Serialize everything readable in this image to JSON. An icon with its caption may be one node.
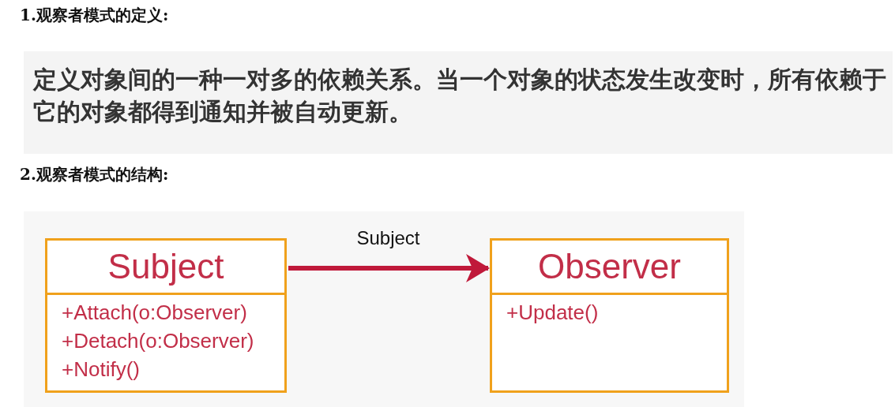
{
  "diagram": {
    "nodes": [
      {
        "text": [
          "定义对象间的一种一对多的依赖关系。当一个对象的状态发生改变时，所有依赖于它的对象都得到通知并被自动更新。"
        ]
      },
      {
        "text": [
          "Subject",
          "+Attach(o:Observer)",
          "+Detach(o:Observer)",
          "+Notify()"
        ]
      },
      {
        "text": [
          "Observer",
          "+Update()"
        ]
      }
    ],
    "edges": [
      {
        "from": 1,
        "to": 2,
        "arrow": "to",
        "label": "Subject",
        "color": "#c0193a"
      }
    ],
    "labels": [
      "1.观察者模式的定义:",
      "2.观察者模式的结构:"
    ]
  }
}
